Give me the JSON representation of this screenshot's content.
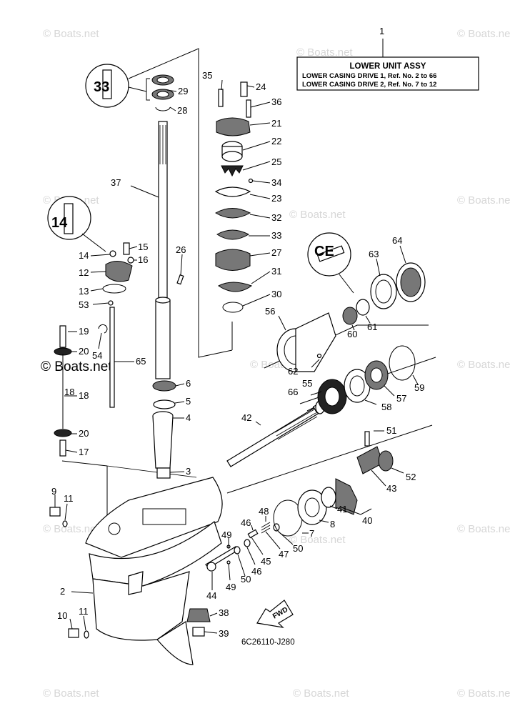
{
  "info_box": {
    "ref": "1",
    "title": "LOWER UNIT ASSY",
    "line1": "LOWER CASING DRIVE 1,   Ref. No. 2 to 66",
    "line2": "LOWER CASING DRIVE 2,   Ref. No. 7 to 12"
  },
  "diagram_code": "6C26110-J280",
  "fwd_label": "FWD",
  "watermark": "© Boats.net",
  "callouts": [
    "2",
    "3",
    "4",
    "5",
    "6",
    "7",
    "8",
    "9",
    "10",
    "11",
    "11",
    "12",
    "13",
    "14",
    "15",
    "16",
    "17",
    "18",
    "19",
    "20",
    "20",
    "21",
    "22",
    "23",
    "24",
    "25",
    "26",
    "27",
    "28",
    "29",
    "30",
    "31",
    "32",
    "33",
    "34",
    "35",
    "36",
    "37",
    "38",
    "39",
    "40",
    "41",
    "42",
    "43",
    "44",
    "45",
    "46",
    "46",
    "47",
    "48",
    "49",
    "49",
    "50",
    "50",
    "51",
    "52",
    "53",
    "54",
    "55",
    "56",
    "57",
    "58",
    "59",
    "60",
    "61",
    "62",
    "63",
    "64",
    "65",
    "66"
  ]
}
